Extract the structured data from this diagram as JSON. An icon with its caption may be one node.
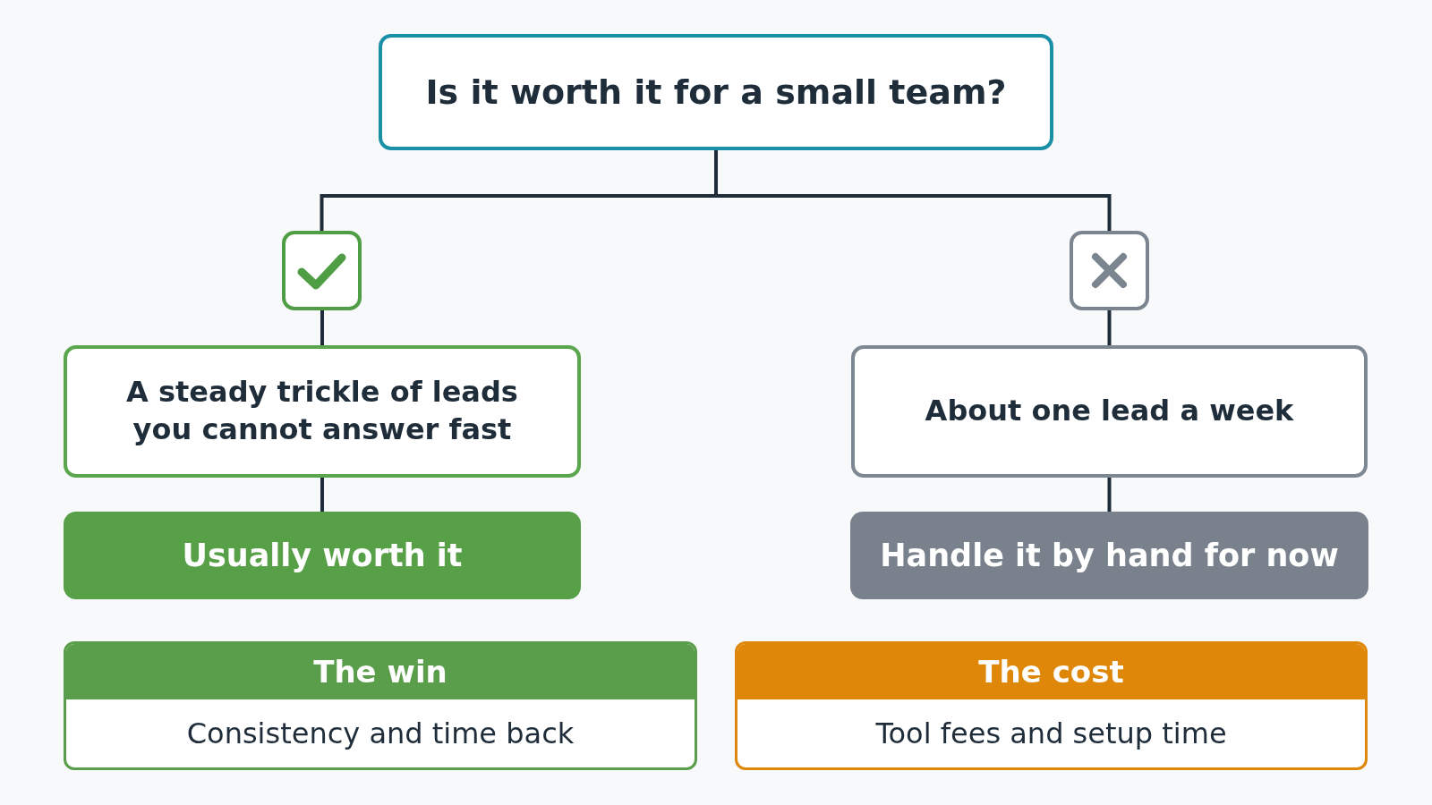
{
  "diagram": {
    "nodes": [
      {
        "text": [
          "Is it worth it for a small team?"
        ]
      },
      {
        "text": [],
        "shape": "box"
      },
      {
        "text": [],
        "shape": "box"
      },
      {
        "text": [
          "A steady trickle of leads you cannot answer fast"
        ]
      },
      {
        "text": [
          "About one lead a week"
        ]
      },
      {
        "text": [
          "Usually worth it"
        ]
      },
      {
        "text": [
          "Handle it by hand for now"
        ]
      },
      {
        "text": [
          "The win",
          "Consistency and time back"
        ]
      },
      {
        "text": [
          "The cost",
          "Tool fees and setup time"
        ]
      }
    ],
    "edges": [
      {
        "from": 0,
        "to": 1,
        "arrow": "none"
      },
      {
        "from": 0,
        "to": 2,
        "arrow": "none"
      },
      {
        "from": 1,
        "to": 3,
        "arrow": "none"
      },
      {
        "from": 3,
        "to": 5,
        "arrow": "none"
      },
      {
        "from": 2,
        "to": 4,
        "arrow": "none"
      },
      {
        "from": 4,
        "to": 6,
        "arrow": "none"
      }
    ]
  }
}
